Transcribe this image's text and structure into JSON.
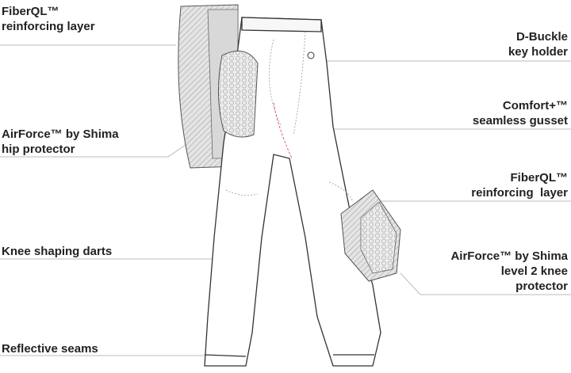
{
  "callouts": {
    "fiberql_hip": {
      "line1": "FiberQL™",
      "line2": "reinforcing layer"
    },
    "airforce_hip": {
      "line1": "AirForce™ by Shima",
      "line2": "hip protector"
    },
    "knee_darts": {
      "line1": "Knee shaping darts"
    },
    "reflective": {
      "line1": "Reflective seams"
    },
    "dbuckle": {
      "line1": "D-Buckle",
      "line2": "key holder"
    },
    "gusset": {
      "line1": "Comfort+™",
      "line2": "seamless gusset"
    },
    "fiberql_knee": {
      "line1": "FiberQL™",
      "line2": "reinforcing  layer"
    },
    "airforce_knee": {
      "line1": "AirForce™ by Shima",
      "line2": "level 2 knee",
      "line3": "protector"
    }
  }
}
